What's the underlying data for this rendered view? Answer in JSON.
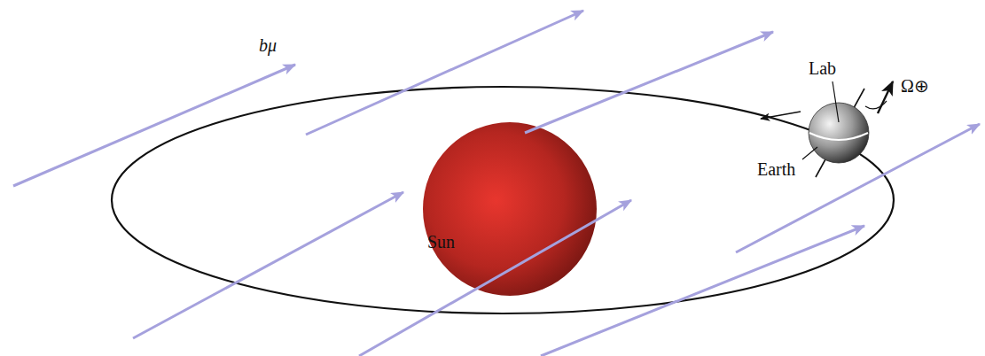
{
  "diagram": {
    "labels": [
      "bμ",
      "Lab",
      "Ω⊕",
      "Earth",
      "Sun"
    ]
  }
}
